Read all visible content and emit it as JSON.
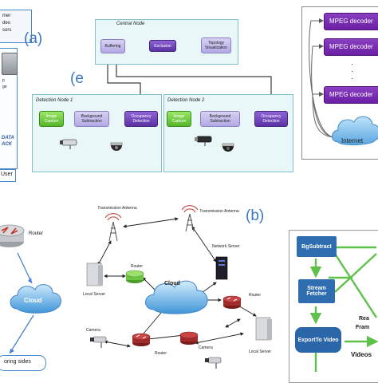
{
  "panel_a": {
    "letter": "(a)",
    "left_lines": [
      "mer",
      "deo",
      "sors"
    ],
    "fragment_p": "p",
    "fragment_ge": "ge",
    "data_line1": "DATA",
    "data_line2": "ACK",
    "user": "User"
  },
  "panel_e": {
    "letter": "(e",
    "central": {
      "title": "Central Node",
      "buffering": "Buffering",
      "exclusion": "Exclusion",
      "topology": "Topology Visualization"
    },
    "detection1": {
      "title": "Detection Node 1",
      "capture": "Image Capture",
      "subtraction": "Background Subtraction",
      "occupancy": "Occupancy Detection"
    },
    "detection2": {
      "title": "Detection Node 2",
      "capture": "Image Capture",
      "subtraction": "Background Subtraction",
      "occupancy": "Occupancy Detection"
    }
  },
  "panel_mpeg": {
    "decoders": [
      "MPEG decoder",
      "MPEG decoder",
      "MPEG decoder"
    ],
    "dots": "·\n·\n·",
    "internet": "Internet"
  },
  "panel_left_bottom": {
    "router": "Router",
    "cloud": "Cloud",
    "bottom_text": "oring sides"
  },
  "panel_b": {
    "letter": "(b)",
    "antenna1": "Transmission Antenna",
    "antenna2": "Transmission Antenna",
    "network_server": "Network Server",
    "router_top": "Router",
    "local_server_left": "Local Server",
    "cloud": "Cloud",
    "router_right": "Router",
    "camera_left": "Camera",
    "router_bottom": "Router",
    "camera_right": "Camera",
    "local_server_right": "Local Server"
  },
  "panel_flow": {
    "bgsubtract": "BgSubtract",
    "stream_fetcher": "Stream Fetcher",
    "export_video": "ExportTo Video",
    "rea": "Rea",
    "fram": "Fram",
    "videos": "Videos"
  },
  "colors": {
    "accent_blue": "#3a78c2",
    "node_panel": "#e9f7f8",
    "mpeg_purple": "#6a1fa4",
    "flow_green": "#5ec24a",
    "flow_blue": "#2f6db0"
  }
}
